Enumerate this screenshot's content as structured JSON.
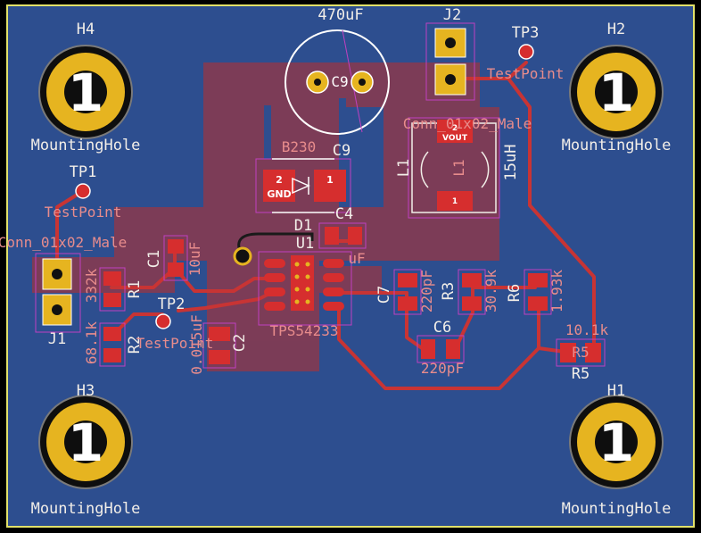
{
  "board": {
    "colors": {
      "background": "#000000",
      "substrate": "#2d4e8f",
      "edge": "#e2e26a",
      "copper_pour": "#8a3a4e",
      "pad": "#d62e2e",
      "trace": "#c83434",
      "silkscreen": "#f2eee8",
      "fab": "#e88c8c",
      "gold": "#e6b420",
      "courtyard": "#c040c0"
    },
    "mounting_holes": [
      {
        "ref": "H4",
        "value": "MountingHole",
        "number": "1"
      },
      {
        "ref": "H2",
        "value": "MountingHole",
        "number": "1"
      },
      {
        "ref": "H3",
        "value": "MountingHole",
        "number": "1"
      },
      {
        "ref": "H1",
        "value": "MountingHole",
        "number": "1"
      }
    ],
    "labels": {
      "c9_value": "470uF",
      "c9_ref": "C9",
      "c9_pad_ref": "C9",
      "j2_ref": "J2",
      "j2_value": "Conn_01x02_Male",
      "tp3_ref": "TP3",
      "tp3_value": "TestPoint",
      "tp1_ref": "TP1",
      "tp1_value": "TestPoint",
      "tp2_ref": "TP2",
      "tp2_value": "TestPoint",
      "j1_ref": "J1",
      "j1_value": "Conn_01x02_Male",
      "d1_ref": "D1",
      "d1_value": "B230",
      "l1_ref": "L1",
      "l1_fab": "L1",
      "l1_value": "15uH",
      "c4_ref": "C4",
      "u1_ref": "U1",
      "u1_value": "TPS54233",
      "c1_ref": "C1",
      "c1_value": "10uF",
      "r1_ref": "R1",
      "r1_value": "332k",
      "r2_ref": "R2",
      "r2_value": "68.1k",
      "c2_ref": "C2",
      "c2_value": "0.015uF",
      "c7_ref": "C7",
      "c7_value": "220pF",
      "c6_ref": "C6",
      "c6_value": "220pF",
      "r3_ref": "R3",
      "r3_value": "30.9k",
      "r6_ref": "R6",
      "r6_value": "1.93k",
      "r5_ref": "R5",
      "r5_value": "10.1k",
      "r5_fab": "R5",
      "c4_value": "uF"
    },
    "pads": {
      "d1_pad2_num": "2",
      "d1_pad2_net": "GND",
      "d1_pad1_num": "1",
      "l1_pad2_num": "2",
      "l1_pad2_net": "VOUT",
      "l1_pad1_num": "1"
    }
  }
}
